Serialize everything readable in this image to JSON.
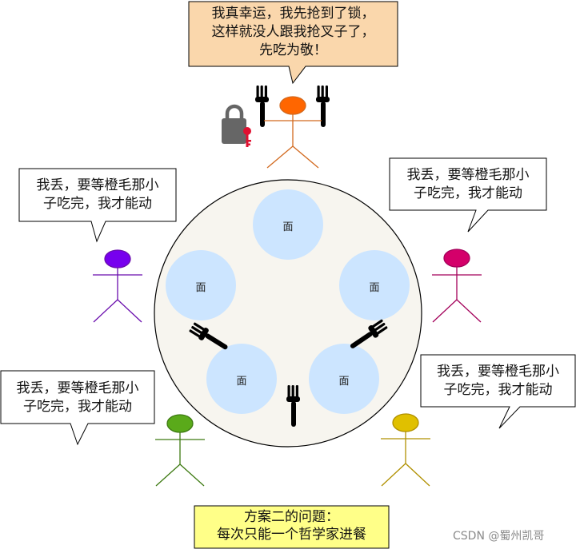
{
  "speech": {
    "top": "我真幸运，我先抢到了锁，\n这样就没人跟我抢叉子了，\n先吃为敬！",
    "upper_left": "我丢，要等橙毛那小\n子吃完，我才能动",
    "upper_right": "我丢，要等橙毛那小\n子吃完，我才能动",
    "lower_left": "我丢，要等橙毛那小\n子吃完，我才能动",
    "lower_right": "我丢，要等橙毛那小\n子吃完，我才能动"
  },
  "plates": [
    "面",
    "面",
    "面",
    "面",
    "面"
  ],
  "note": "方案二的问题：\n每次只能一个哲学家进餐",
  "credit": "CSDN @蜀州凯哥",
  "colors": {
    "philosopher_top": "#ff6600",
    "philosopher_upper_left": "#7700ee",
    "philosopher_upper_right": "#d4006a",
    "philosopher_lower_left": "#5aaa1a",
    "philosopher_lower_right": "#e0c000",
    "top_bubble_fill": "#fad7ac",
    "note_fill": "#ffff88",
    "table_fill": "#f7f5ef",
    "plate_fill": "#cce5ff",
    "lock": "#666666",
    "key": "#e01030"
  }
}
